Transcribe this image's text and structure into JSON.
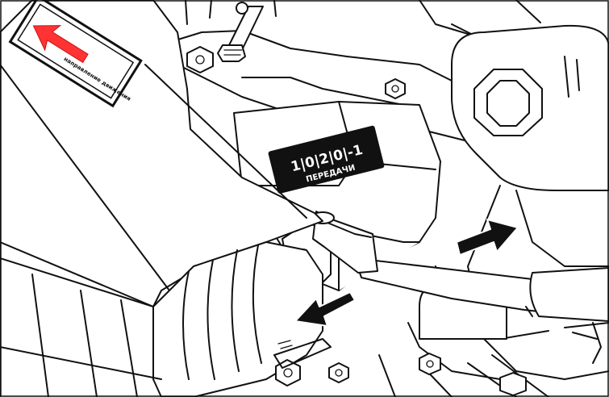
{
  "gear_plate": {
    "positions": "1|0|2|0|-1",
    "caption": "ПЕРЕДАЧИ"
  },
  "warning_sticker": {
    "text": "направление движения"
  },
  "arrow_color": "#ff3333",
  "icons": {
    "push_arrow": "arrow-right-icon",
    "pull_arrow": "arrow-left-icon"
  }
}
